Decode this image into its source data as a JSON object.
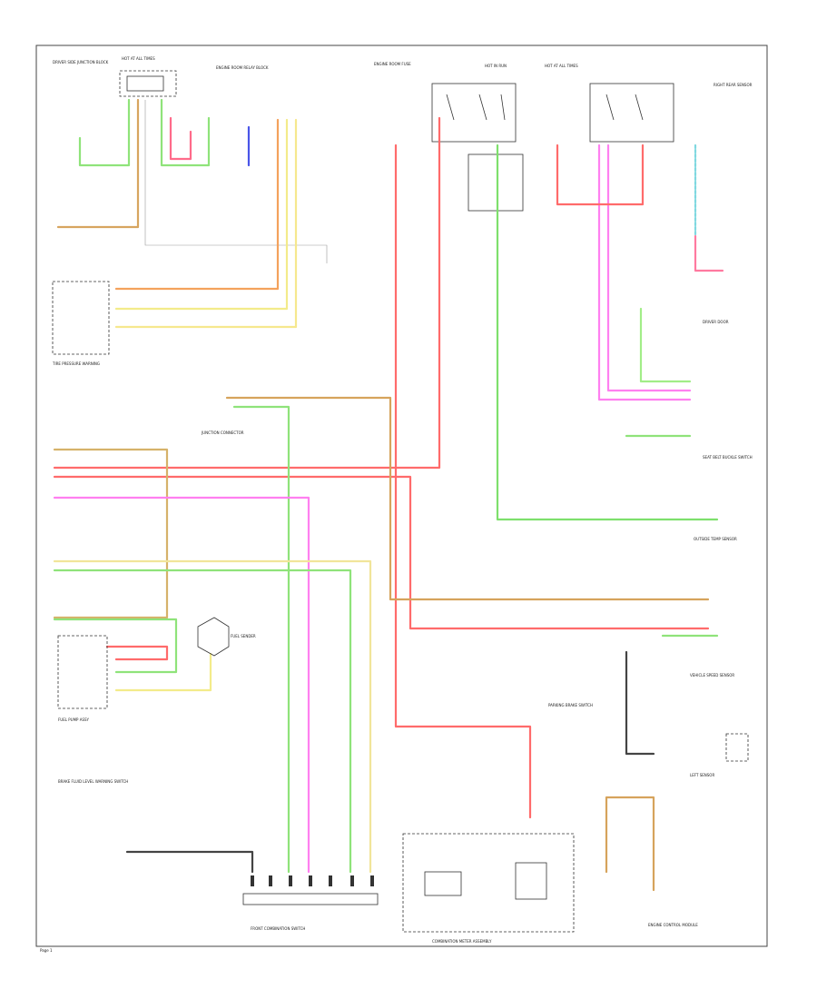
{
  "colors": {
    "red": "#ff6b6b",
    "pink": "#ff5d7a",
    "green": "#77e06b",
    "lightgreen": "#a9f08f",
    "yellow": "#f5ef8a",
    "orange": "#f0a050",
    "tan": "#c9a25a",
    "magenta": "#ff7af0",
    "blue": "#4a55e8",
    "cyan": "#8fe0e8",
    "black": "#333333",
    "gray": "#bdbdbd"
  },
  "labels": {
    "junction_block_a": "DRIVER SIDE JUNCTION BLOCK",
    "fuse_box": "HOT AT ALL TIMES",
    "engine_room_relay": "ENGINE ROOM RELAY BLOCK",
    "hot_in_run_1": "HOT IN RUN",
    "hot_in_run_2": "HOT AT ALL TIMES",
    "engine_room_fuse": "ENGINE ROOM FUSE",
    "tire_pressure": "TIRE PRESSURE WARNING",
    "cont_junction": "JUNCTION CONNECTOR",
    "fuel_gauge": "FUEL SENDER",
    "fuel_pump_assy": "FUEL PUMP ASSY",
    "brake_fluid": "BRAKE FLUID LEVEL WARNING SWITCH",
    "right_rear_switch": "RIGHT REAR SENSOR",
    "driver_door": "DRIVER DOOR",
    "seat_belt": "SEAT BELT BUCKLE SWITCH",
    "outer_sensor": "OUTSIDE TEMP SENSOR",
    "combination_meter": "COMBINATION METER ASSEMBLY",
    "front_combination": "FRONT COMBINATION SWITCH",
    "vehicle_speed": "VEHICLE SPEED SENSOR",
    "park_switch": "PARKING BRAKE SWITCH",
    "left_sensor": "LEFT SENSOR",
    "engine_ctrl": "ENGINE CONTROL MODULE",
    "page_ref": "Page 1"
  }
}
